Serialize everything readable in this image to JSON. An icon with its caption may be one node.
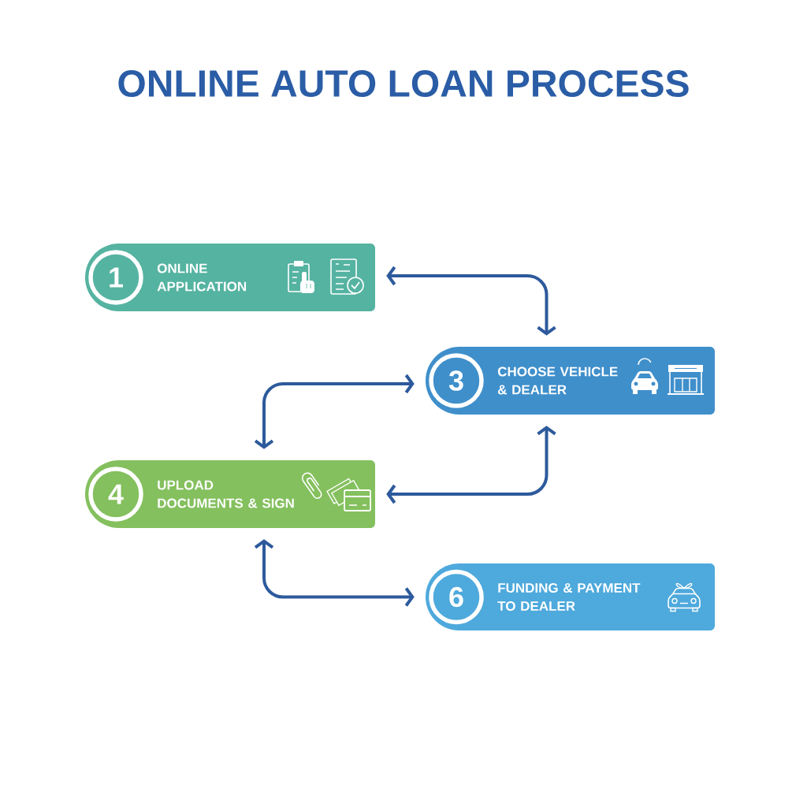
{
  "diagram": {
    "title": "ONLINE AUTO LOAN PROCESS",
    "nodes": [
      {
        "text": [
          "1",
          "ONLINE APPLICATION"
        ]
      },
      {
        "text": [
          "3",
          "CHOOSE VEHICLE & DEALER"
        ]
      },
      {
        "text": [
          "4",
          "UPLOAD DOCUMENTS & SIGN"
        ]
      },
      {
        "text": [
          "6",
          "FUNDING & PAYMENT TO DEALER"
        ]
      }
    ],
    "edges": [
      {
        "from": 0,
        "to": 1,
        "arrow": "both"
      },
      {
        "from": 1,
        "to": 2,
        "arrow": "both"
      },
      {
        "from": 1,
        "to": 2,
        "arrow": "both"
      },
      {
        "from": 2,
        "to": 3,
        "arrow": "both"
      }
    ]
  }
}
